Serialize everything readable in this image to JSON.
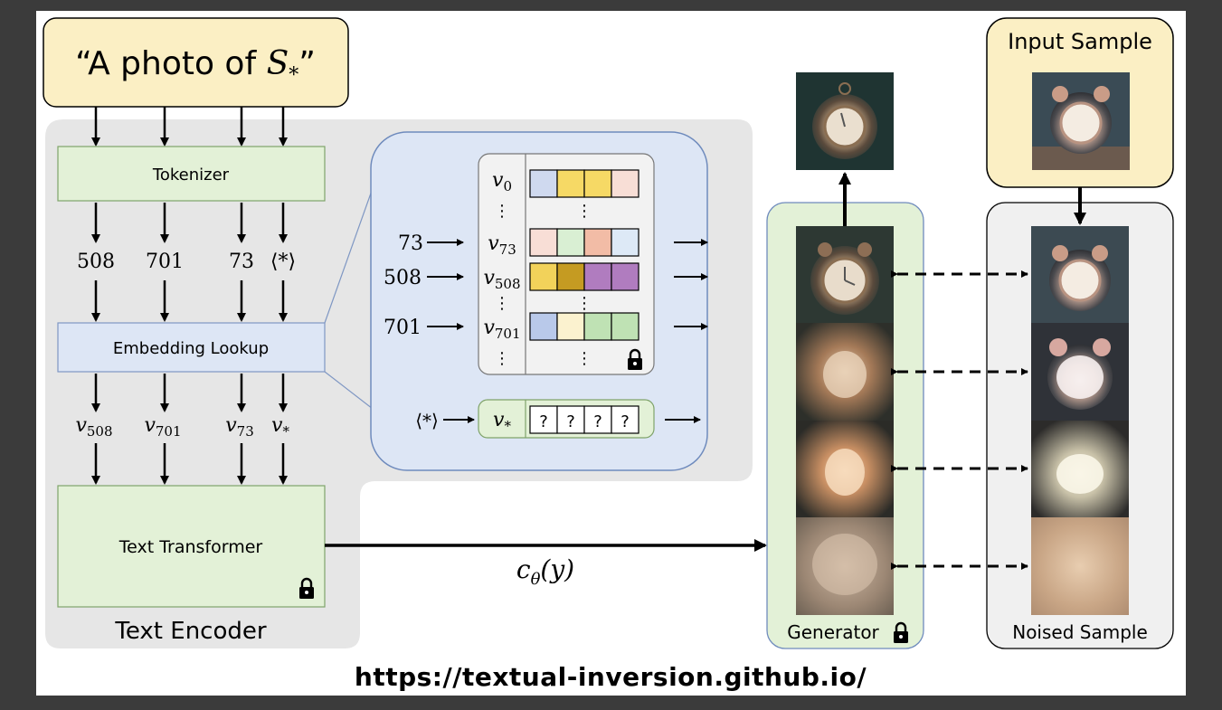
{
  "prompt": {
    "text_prefix": "“A photo of ",
    "placeholder_token": "S",
    "placeholder_sub": "*",
    "text_suffix": "”"
  },
  "tokenizer": {
    "label": "Tokenizer"
  },
  "token_ids": [
    "508",
    "701",
    "73",
    "⟨*⟩"
  ],
  "embedding_lookup": {
    "label": "Embedding Lookup"
  },
  "embeddings_out": [
    {
      "base": "v",
      "sub": "508"
    },
    {
      "base": "v",
      "sub": "701"
    },
    {
      "base": "v",
      "sub": "73"
    },
    {
      "base": "v",
      "sub": "*"
    }
  ],
  "text_transformer": {
    "label": "Text Transformer"
  },
  "text_encoder": {
    "label": "Text Encoder"
  },
  "lookup_table": {
    "rows": [
      {
        "id": "",
        "base": "v",
        "sub": "0",
        "colors": [
          "#cfd9ef",
          "#f6d965",
          "#f6d965",
          "#f8ded6"
        ]
      },
      {
        "id": "73",
        "base": "v",
        "sub": "73",
        "colors": [
          "#f8ded6",
          "#d9efd3",
          "#f2bca6",
          "#dde9f6"
        ]
      },
      {
        "id": "508",
        "base": "v",
        "sub": "508",
        "colors": [
          "#f2d25a",
          "#c59b22",
          "#b07cbf",
          "#b07cbf"
        ]
      },
      {
        "id": "701",
        "base": "v",
        "sub": "701",
        "colors": [
          "#b9c9ea",
          "#fbf2cf",
          "#bfe2b4",
          "#bfe2b4"
        ]
      }
    ],
    "vdots": "⋮",
    "placeholder_row": {
      "id": "⟨*⟩",
      "base": "v",
      "sub": "*",
      "cells": [
        "?",
        "?",
        "?",
        "?"
      ]
    }
  },
  "conditioning": {
    "base": "c",
    "sub": "θ",
    "arg": "(y)"
  },
  "generator": {
    "label": "Generator"
  },
  "input_sample": {
    "label": "Input Sample"
  },
  "noised_sample": {
    "label": "Noised Sample"
  },
  "footer": {
    "url": "https://textual-inversion.github.io/"
  },
  "colors": {
    "prompt_bg": "#fbefc4",
    "green_box": "#e3f1d7",
    "blue_box": "#dde6f5",
    "gray_region": "#e6e6e6",
    "noised_bg": "#f0f0f0"
  },
  "icons": [
    "lock-icon",
    "clock-photo"
  ]
}
